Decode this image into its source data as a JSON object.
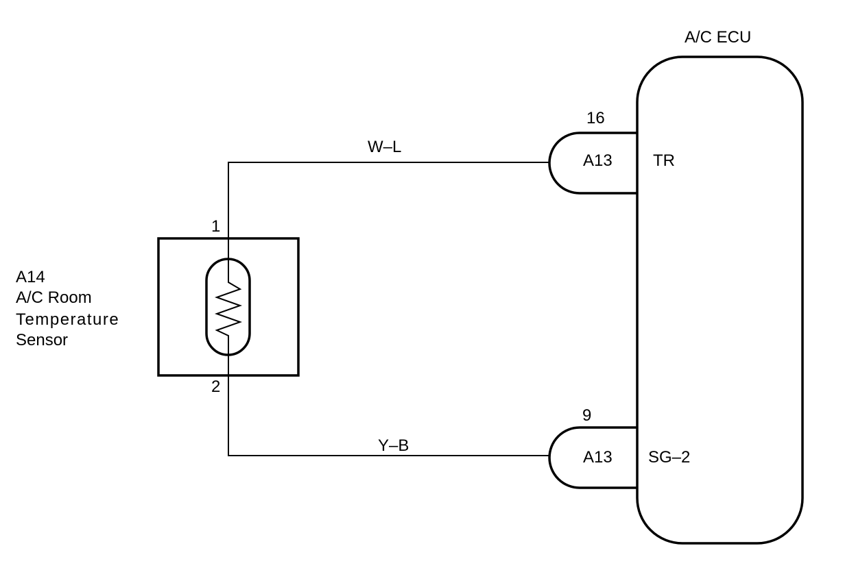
{
  "ecu": {
    "title": "A/C ECU"
  },
  "sensor": {
    "code": "A14",
    "name_line1": "A/C Room",
    "name_line2": "Temperature",
    "name_line3": "Sensor",
    "pin_top": "1",
    "pin_bottom": "2"
  },
  "wires": [
    {
      "color_code": "W–L",
      "connector": "A13",
      "pin": "16",
      "terminal": "TR"
    },
    {
      "color_code": "Y–B",
      "connector": "A13",
      "pin": "9",
      "terminal": "SG–2"
    }
  ]
}
